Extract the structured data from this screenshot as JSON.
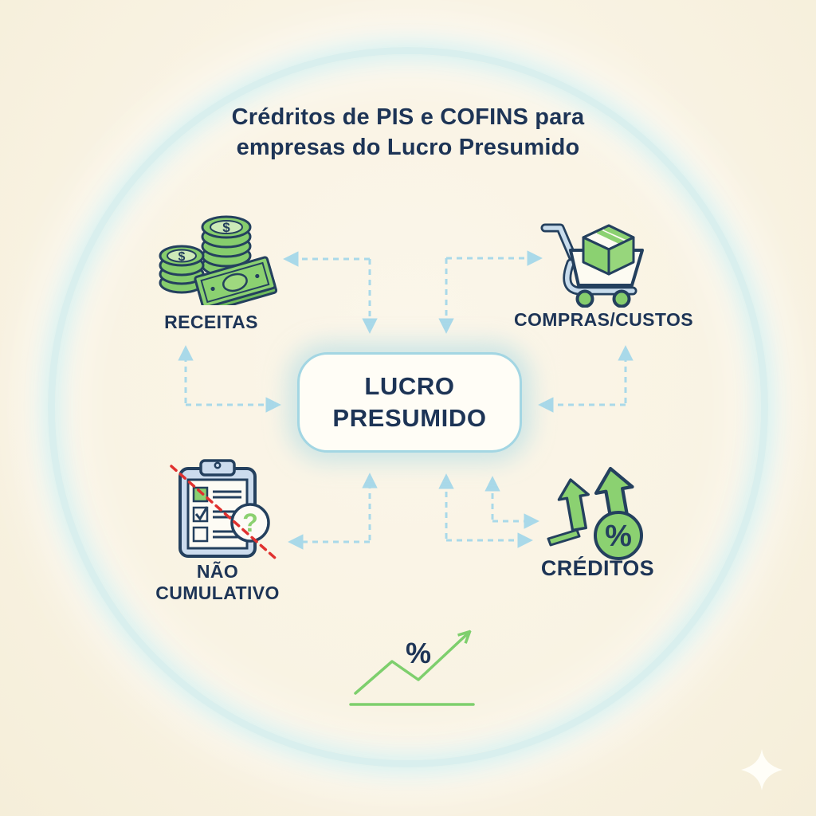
{
  "title": {
    "line1": "Crédritos de PIS e COFINS para",
    "line2": "empresas do Lucro Presumido"
  },
  "center_node": {
    "line1": "LUCRO",
    "line2": "PRESUMIDO"
  },
  "nodes": {
    "receitas": {
      "label": "RECEITAS",
      "icon": "money-stack-icon"
    },
    "compras": {
      "label": "COMPRAS/CUSTOS",
      "icon": "shopping-cart-icon"
    },
    "nao_cumulativo": {
      "label": "NÃO CUMULATIVO",
      "icon": "clipboard-checklist-icon"
    },
    "creditos": {
      "label": "CRÉDITOS",
      "icon": "growth-arrows-percent-icon"
    }
  },
  "glyphs": {
    "dollar": "$",
    "percent": "%",
    "question": "?"
  },
  "colors": {
    "background": "#f8f2e1",
    "ring": "#d9efee",
    "navy_text": "#1d3456",
    "outline_navy": "#24405e",
    "green": "#86cd6d",
    "green_light": "#cdeab8",
    "light_blue_fill": "#ccdcee",
    "connector_blue": "#a9d9e9",
    "red_dashed": "#e0312f",
    "center_box_border": "#a3d6e3",
    "center_box_fill": "#fffdf6",
    "chart_green": "#7ecf6d"
  }
}
